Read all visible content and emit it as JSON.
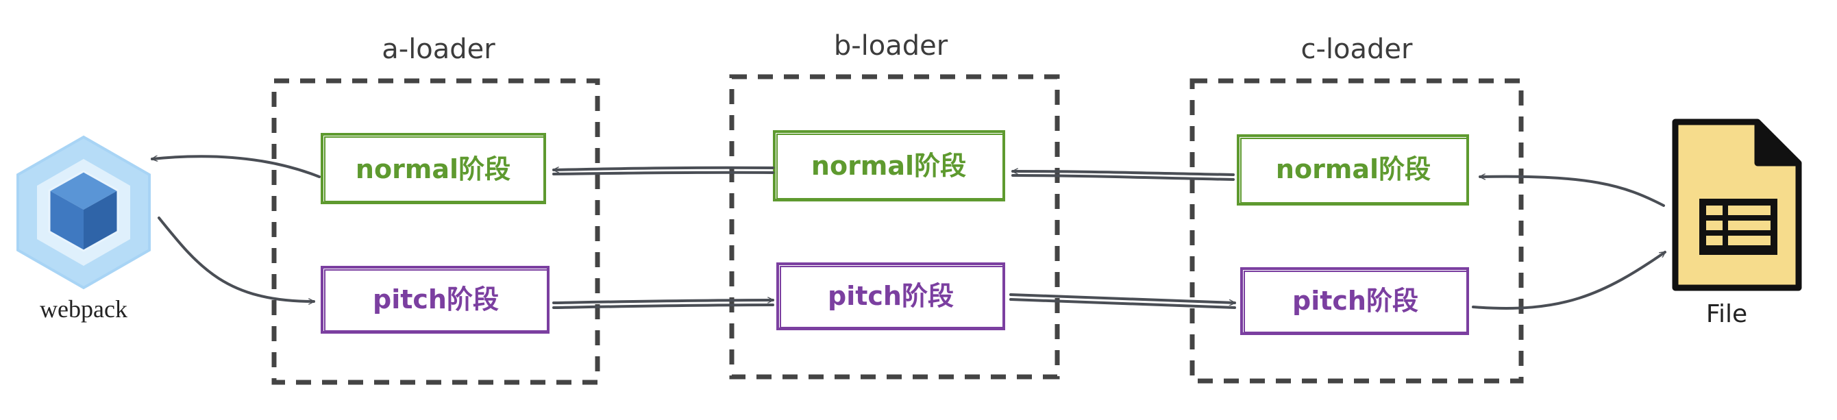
{
  "loaders": [
    {
      "title": "a-loader",
      "normal": "normal阶段",
      "pitch": "pitch阶段"
    },
    {
      "title": "b-loader",
      "normal": "normal阶段",
      "pitch": "pitch阶段"
    },
    {
      "title": "c-loader",
      "normal": "normal阶段",
      "pitch": "pitch阶段"
    }
  ],
  "webpack": {
    "label": "webpack"
  },
  "file": {
    "label": "File"
  },
  "colors": {
    "normal": "#5e9a2f",
    "pitch": "#7b3fa0",
    "dashed_border": "#444444",
    "arrow": "#4a4e55",
    "file_fill": "#f6dc8c",
    "webpack_outer": "#a8d4f5",
    "webpack_inner": "#3f79c1"
  }
}
